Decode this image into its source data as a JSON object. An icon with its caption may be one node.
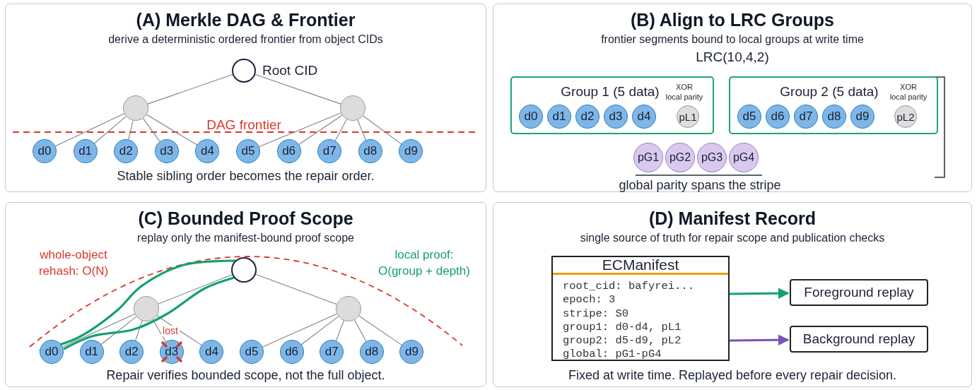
{
  "diagram": {
    "nodes": [
      {
        "text": [
          "(A) Merkle DAG & Frontier",
          "derive a deterministic ordered frontier from object CIDs",
          "Stable sibling order becomes the repair order."
        ]
      },
      {
        "text": [],
        "shape": "circle",
        "in": 0,
        "beside": [
          "Root CID"
        ]
      },
      {
        "text": [],
        "shape": "circle",
        "in": 0
      },
      {
        "text": [],
        "shape": "circle",
        "in": 0
      },
      {
        "text": [
          "d0"
        ],
        "in": 0
      },
      {
        "text": [
          "d1"
        ],
        "in": 0
      },
      {
        "text": [
          "d2"
        ],
        "in": 0
      },
      {
        "text": [
          "d3"
        ],
        "in": 0
      },
      {
        "text": [
          "d4"
        ],
        "in": 0
      },
      {
        "text": [
          "d5"
        ],
        "in": 0
      },
      {
        "text": [
          "d6"
        ],
        "in": 0
      },
      {
        "text": [
          "d7"
        ],
        "in": 0
      },
      {
        "text": [
          "d8"
        ],
        "in": 0
      },
      {
        "text": [
          "d9"
        ],
        "in": 0
      },
      {
        "text": [
          "(B) Align to LRC Groups",
          "frontier segments bound to local groups at write time",
          "LRC(10,4,2)"
        ]
      },
      {
        "text": [
          "Group 1 (5 data)",
          "XOR local parity"
        ],
        "in": 14
      },
      {
        "text": [
          "d0"
        ],
        "in": 15
      },
      {
        "text": [
          "d1"
        ],
        "in": 15
      },
      {
        "text": [
          "d2"
        ],
        "in": 15
      },
      {
        "text": [
          "d3"
        ],
        "in": 15
      },
      {
        "text": [
          "d4"
        ],
        "in": 15
      },
      {
        "text": [
          "pL1"
        ],
        "in": 15
      },
      {
        "text": [
          "Group 2 (5 data)",
          "XOR local parity"
        ],
        "in": 14
      },
      {
        "text": [
          "d5"
        ],
        "in": 22
      },
      {
        "text": [
          "d6"
        ],
        "in": 22
      },
      {
        "text": [
          "d7"
        ],
        "in": 22
      },
      {
        "text": [
          "d8"
        ],
        "in": 22
      },
      {
        "text": [
          "d9"
        ],
        "in": 22
      },
      {
        "text": [
          "pL2"
        ],
        "in": 22
      },
      {
        "text": [
          "pG1"
        ],
        "in": 14
      },
      {
        "text": [
          "pG2"
        ],
        "in": 14
      },
      {
        "text": [
          "pG3"
        ],
        "in": 14
      },
      {
        "text": [
          "pG4"
        ],
        "in": 14
      },
      {
        "text": [
          "(C) Bounded Proof Scope",
          "replay only the manifest-bound proof scope",
          "Repair verifies bounded scope, not the full object."
        ]
      },
      {
        "text": [],
        "shape": "circle",
        "in": 33
      },
      {
        "text": [],
        "shape": "circle",
        "in": 33
      },
      {
        "text": [],
        "shape": "circle",
        "in": 33
      },
      {
        "text": [
          "d0"
        ],
        "in": 33
      },
      {
        "text": [
          "d1"
        ],
        "in": 33
      },
      {
        "text": [
          "d2"
        ],
        "in": 33
      },
      {
        "text": [
          "d3"
        ],
        "in": 33,
        "beside": [
          "lost"
        ]
      },
      {
        "text": [
          "d4"
        ],
        "in": 33
      },
      {
        "text": [
          "d5"
        ],
        "in": 33
      },
      {
        "text": [
          "d6"
        ],
        "in": 33
      },
      {
        "text": [
          "d7"
        ],
        "in": 33
      },
      {
        "text": [
          "d8"
        ],
        "in": 33
      },
      {
        "text": [
          "d9"
        ],
        "in": 33
      },
      {
        "text": [
          "(D) Manifest Record",
          "single source of truth for repair scope and publication checks",
          "Fixed at write time. Replayed before every repair decision."
        ]
      },
      {
        "text": [
          "ECManifest",
          "root_cid: bafyrei...",
          "epoch: 3",
          "stripe: S0",
          "group1: d0-d4, pL1",
          "group2: d5-d9, pL2",
          "global: pG1-pG4"
        ],
        "in": 47
      },
      {
        "text": [
          "Foreground replay"
        ],
        "in": 47
      },
      {
        "text": [
          "Background replay"
        ],
        "in": 47
      }
    ],
    "edges": [
      {
        "from": 1,
        "to": 2,
        "arrow": "none"
      },
      {
        "from": 1,
        "to": 3,
        "arrow": "none"
      },
      {
        "from": 2,
        "to": 4,
        "arrow": "none"
      },
      {
        "from": 2,
        "to": 5,
        "arrow": "none"
      },
      {
        "from": 2,
        "to": 6,
        "arrow": "none"
      },
      {
        "from": 2,
        "to": 7,
        "arrow": "none"
      },
      {
        "from": 2,
        "to": 8,
        "arrow": "none"
      },
      {
        "from": 3,
        "to": 9,
        "arrow": "none"
      },
      {
        "from": 3,
        "to": 10,
        "arrow": "none"
      },
      {
        "from": 3,
        "to": 11,
        "arrow": "none"
      },
      {
        "from": 3,
        "to": 12,
        "arrow": "none"
      },
      {
        "from": 3,
        "to": 13,
        "arrow": "none"
      },
      {
        "from": 34,
        "to": 35,
        "arrow": "none"
      },
      {
        "from": 34,
        "to": 36,
        "arrow": "none"
      },
      {
        "from": 35,
        "to": 37,
        "arrow": "none"
      },
      {
        "from": 35,
        "to": 38,
        "arrow": "none"
      },
      {
        "from": 35,
        "to": 39,
        "arrow": "none"
      },
      {
        "from": 35,
        "to": 40,
        "arrow": "none"
      },
      {
        "from": 35,
        "to": 41,
        "arrow": "none"
      },
      {
        "from": 36,
        "to": 42,
        "arrow": "none"
      },
      {
        "from": 36,
        "to": 43,
        "arrow": "none"
      },
      {
        "from": 36,
        "to": 44,
        "arrow": "none"
      },
      {
        "from": 36,
        "to": 45,
        "arrow": "none"
      },
      {
        "from": 36,
        "to": 46,
        "arrow": "none"
      },
      {
        "from": 37,
        "to": 34,
        "arrow": "none",
        "style": "thick",
        "color": "#12a170"
      },
      {
        "from": 37,
        "to": 34,
        "arrow": "none",
        "style": "thick",
        "color": "#12a170"
      },
      {
        "from": 48,
        "to": 49,
        "arrow": "to",
        "style": "thick",
        "color": "#12a170"
      },
      {
        "from": 48,
        "to": 50,
        "arrow": "to",
        "style": "thick",
        "color": "#7a52b8"
      }
    ],
    "labels": [
      "DAG frontier",
      "global parity spans the stripe",
      "whole-object rehash: O(N)",
      "local proof: O(group + depth)"
    ]
  }
}
